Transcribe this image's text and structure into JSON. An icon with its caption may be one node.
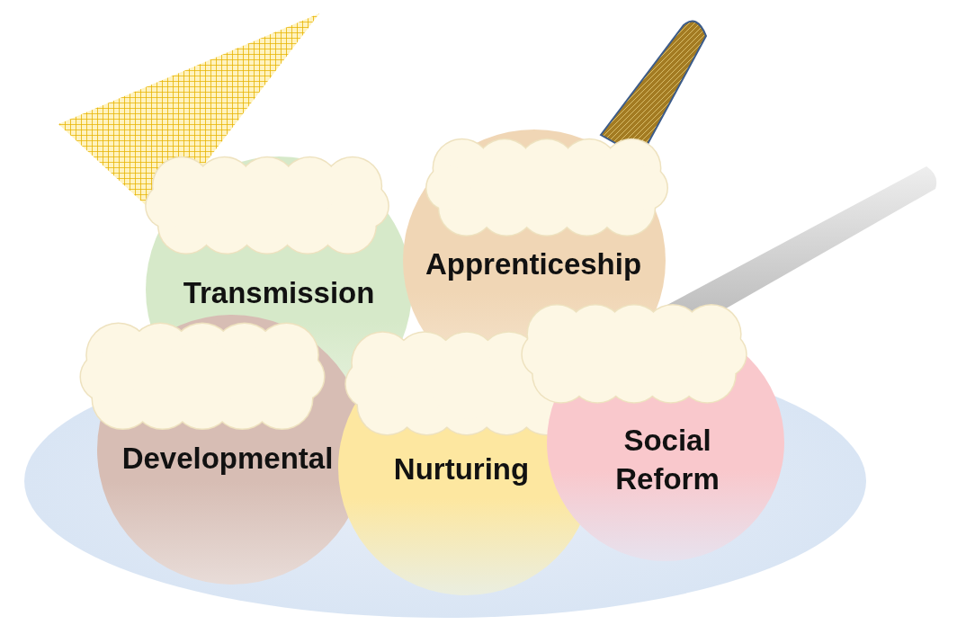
{
  "diagram": {
    "nodes": [
      {
        "text": [
          "Transmission"
        ]
      },
      {
        "text": [
          "Apprenticeship"
        ]
      },
      {
        "text": [
          "Developmental"
        ]
      },
      {
        "text": [
          "Nurturing"
        ]
      },
      {
        "text": [
          "Social Reform"
        ]
      }
    ]
  }
}
